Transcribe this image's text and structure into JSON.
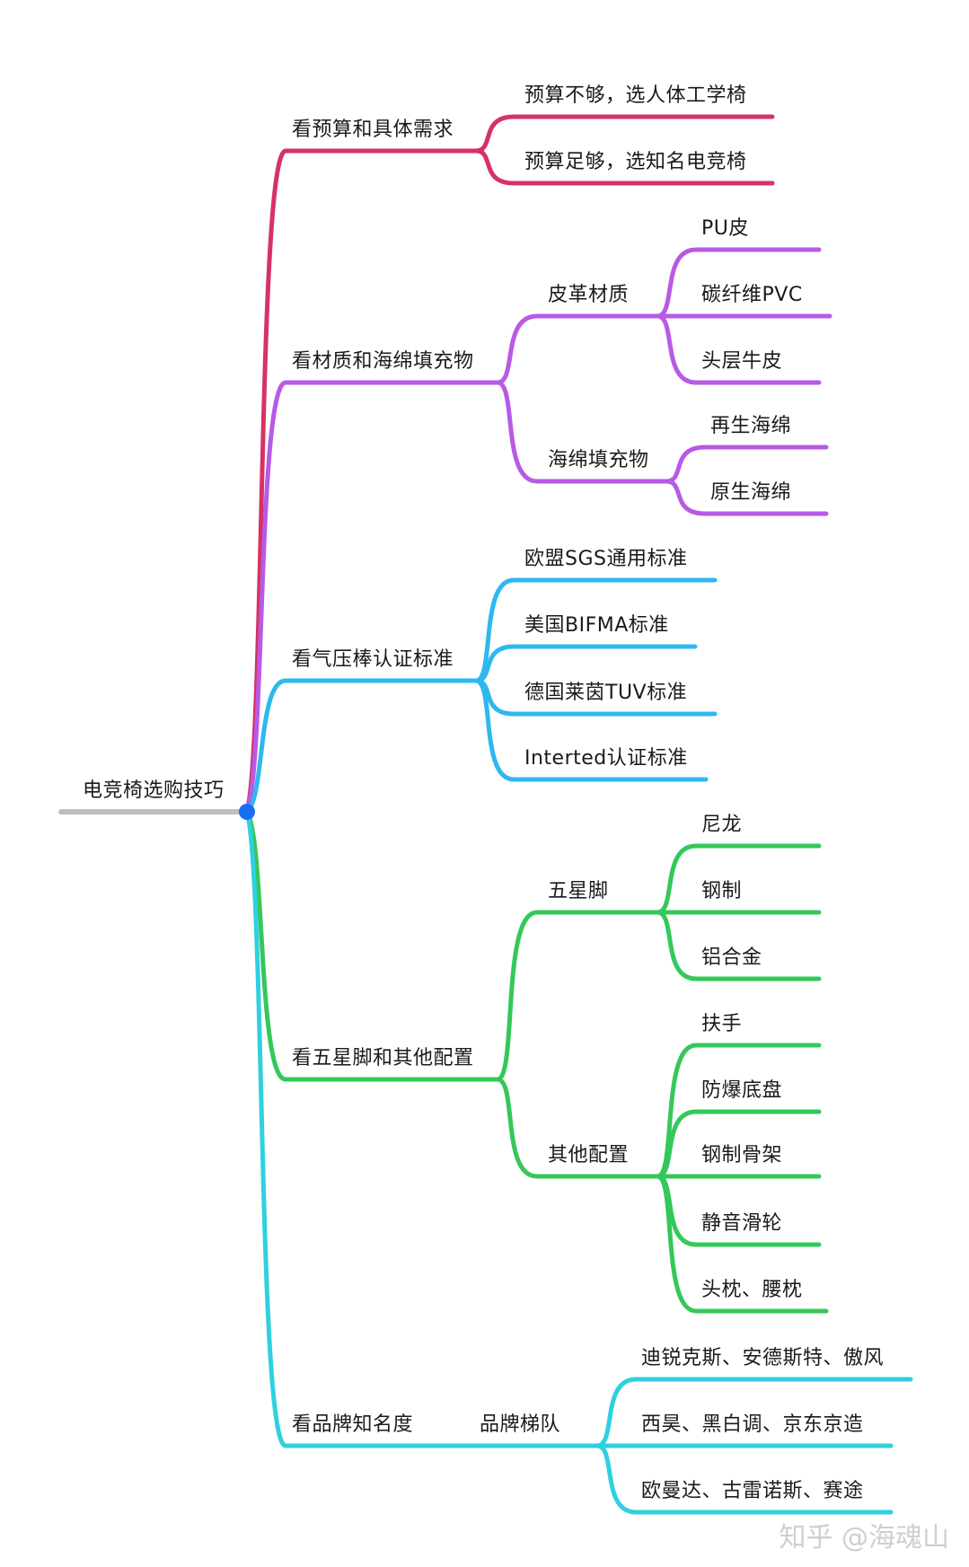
{
  "root": {
    "label": "电竞椅选购技巧"
  },
  "branches": [
    {
      "label": "看预算和具体需求",
      "color": "#d53363",
      "children": [
        {
          "label": "预算不够，选人体工学椅"
        },
        {
          "label": "预算足够，选知名电竞椅"
        }
      ]
    },
    {
      "label": "看材质和海绵填充物",
      "color": "#b85ae6",
      "children": [
        {
          "label": "皮革材质",
          "children": [
            {
              "label": "PU皮"
            },
            {
              "label": "碳纤维PVC"
            },
            {
              "label": "头层牛皮"
            }
          ]
        },
        {
          "label": "海绵填充物",
          "children": [
            {
              "label": "再生海绵"
            },
            {
              "label": "原生海绵"
            }
          ]
        }
      ]
    },
    {
      "label": "看气压棒认证标准",
      "color": "#2eb8ee",
      "children": [
        {
          "label": "欧盟SGS通用标准"
        },
        {
          "label": "美国BIFMA标准"
        },
        {
          "label": "德国莱茵TUV标准"
        },
        {
          "label": "Interted认证标准"
        }
      ]
    },
    {
      "label": "看五星脚和其他配置",
      "color": "#34c85a",
      "children": [
        {
          "label": "五星脚",
          "children": [
            {
              "label": "尼龙"
            },
            {
              "label": "钢制"
            },
            {
              "label": "铝合金"
            }
          ]
        },
        {
          "label": "其他配置",
          "children": [
            {
              "label": "扶手"
            },
            {
              "label": "防爆底盘"
            },
            {
              "label": "钢制骨架"
            },
            {
              "label": "静音滑轮"
            },
            {
              "label": "头枕、腰枕"
            }
          ]
        }
      ]
    },
    {
      "label": "看品牌知名度",
      "color": "#2fd0e0",
      "children": [
        {
          "label": "品牌梯队",
          "children": [
            {
              "label": "迪锐克斯、安德斯特、傲风"
            },
            {
              "label": "西昊、黑白调、京东京造"
            },
            {
              "label": "欧曼达、古雷诺斯、赛途"
            }
          ]
        }
      ]
    }
  ],
  "watermark": "知乎 @海魂山",
  "colors": {
    "root_line": "#bfbfbf",
    "root_node": "#1a6ef5"
  }
}
